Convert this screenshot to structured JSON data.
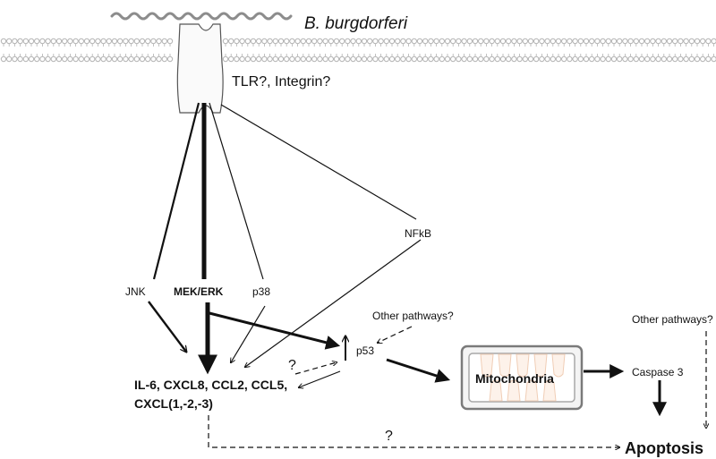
{
  "organism": {
    "label": "B. burgdorferi"
  },
  "receptor": {
    "label": "TLR?, Integrin?"
  },
  "kinases": {
    "jnk": "JNK",
    "mek_erk": "MEK/ERK",
    "p38": "p38",
    "nfkb": "NFkB"
  },
  "cytokines": {
    "line1": "IL-6, CXCL8, CCL2, CCL5,",
    "line2": "CXCL(1,-2,-3)"
  },
  "p53": {
    "label": "p53"
  },
  "other_pathways_left": "Other pathways?",
  "other_pathways_right": "Other pathways?",
  "question_mark_feedback": "?",
  "question_mark_bottom": "?",
  "mitochondria": {
    "label": "Mitochondria"
  },
  "caspase": {
    "label": "Caspase 3"
  },
  "apoptosis": {
    "label": "Apoptosis"
  },
  "colors": {
    "ink": "#111111",
    "membrane": "#b3b3b3",
    "bacterium": "#8c8c8c",
    "mito_border": "#7a7a7a",
    "mito_fill": "#fdf2ea",
    "mito_crista": "#f0cdb5"
  }
}
